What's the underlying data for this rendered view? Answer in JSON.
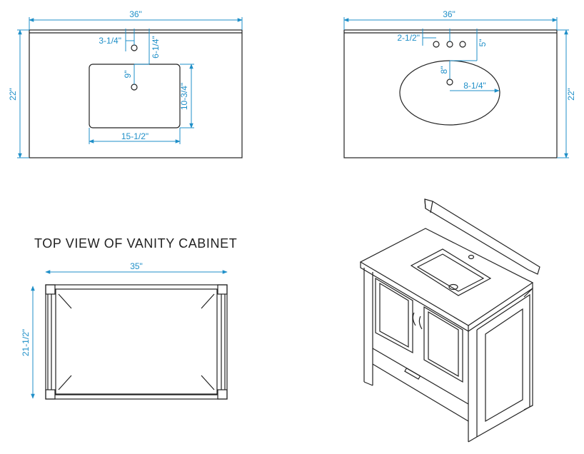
{
  "colors": {
    "dimension": "#1f8fc8",
    "outline": "#222222",
    "background": "#ffffff"
  },
  "top_left": {
    "width": "36\"",
    "depth": "22\"",
    "faucet_offset": "3-1/4\"",
    "faucet_to_sink": "6-1/4\"",
    "drain_from_edge": "9\"",
    "sink_depth": "10-3/4\"",
    "sink_width": "15-1/2\""
  },
  "top_right": {
    "width": "36\"",
    "depth": "22\"",
    "hole_spacing": "2-1/2\"",
    "hole_offset": "5\"",
    "drain_from_edge": "8\"",
    "bowl_radius": "8-1/4\""
  },
  "cabinet_top_view": {
    "title": "TOP VIEW OF VANITY CABINET",
    "width": "35\"",
    "depth": "21-1/2\""
  }
}
